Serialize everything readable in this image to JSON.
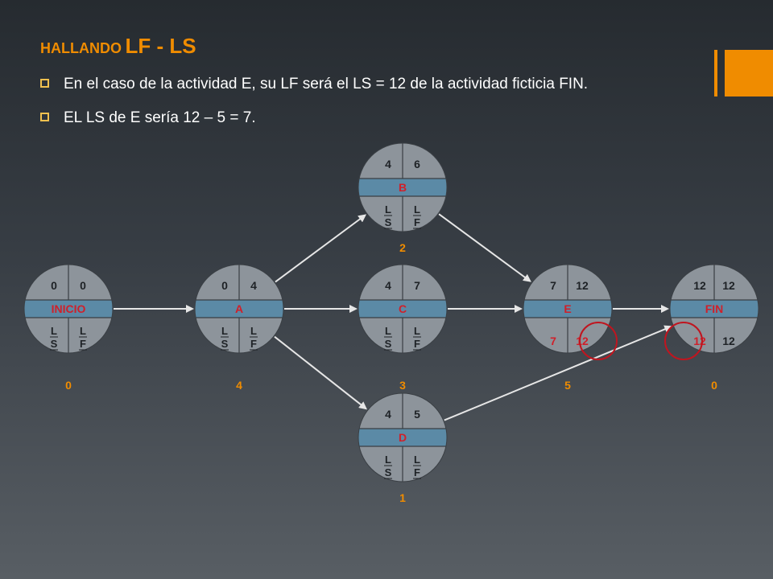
{
  "title": {
    "prefix": "HALLANDO",
    "main": "LF - LS"
  },
  "bullets": [
    "En el caso de la actividad E, su LF será el LS = 12 de la actividad ficticia FIN.",
    "EL LS de E sería 12 – 5 = 7."
  ],
  "colors": {
    "accent": "#f08c00",
    "node_fill": "#8d949b",
    "node_band": "#5b8aa6",
    "activity_label": "#d0202a",
    "highlight_circle": "#c0151f",
    "arrow": "#e6e6e6"
  },
  "nodes": [
    {
      "id": "inicio",
      "name": "INICIO",
      "es": "0",
      "ef": "0",
      "ls": "L S",
      "lf": "L F",
      "duration": "0",
      "ls_highlight": false,
      "lf_highlight": false
    },
    {
      "id": "a",
      "name": "A",
      "es": "0",
      "ef": "4",
      "ls": "L S",
      "lf": "L F",
      "duration": "4",
      "ls_highlight": false,
      "lf_highlight": false
    },
    {
      "id": "b",
      "name": "B",
      "es": "4",
      "ef": "6",
      "ls": "L S",
      "lf": "L F",
      "duration": "2",
      "ls_highlight": false,
      "lf_highlight": false
    },
    {
      "id": "c",
      "name": "C",
      "es": "4",
      "ef": "7",
      "ls": "L S",
      "lf": "L F",
      "duration": "3",
      "ls_highlight": false,
      "lf_highlight": false
    },
    {
      "id": "d",
      "name": "D",
      "es": "4",
      "ef": "5",
      "ls": "L S",
      "lf": "L F",
      "duration": "1",
      "ls_highlight": false,
      "lf_highlight": false
    },
    {
      "id": "e",
      "name": "E",
      "es": "7",
      "ef": "12",
      "ls": "7",
      "lf": "12",
      "duration": "5",
      "ls_highlight": true,
      "lf_highlight": true
    },
    {
      "id": "fin",
      "name": "FIN",
      "es": "12",
      "ef": "12",
      "ls": "12",
      "lf": "12",
      "duration": "0",
      "ls_highlight": true,
      "lf_highlight": false
    }
  ],
  "edges": [
    {
      "from": "inicio",
      "to": "a"
    },
    {
      "from": "a",
      "to": "b"
    },
    {
      "from": "a",
      "to": "c"
    },
    {
      "from": "a",
      "to": "d"
    },
    {
      "from": "b",
      "to": "e"
    },
    {
      "from": "c",
      "to": "e"
    },
    {
      "from": "e",
      "to": "fin"
    },
    {
      "from": "d",
      "to": "fin"
    }
  ],
  "highlight_circles": [
    {
      "node": "e",
      "cell": "lf"
    },
    {
      "node": "fin",
      "cell": "ls"
    }
  ]
}
